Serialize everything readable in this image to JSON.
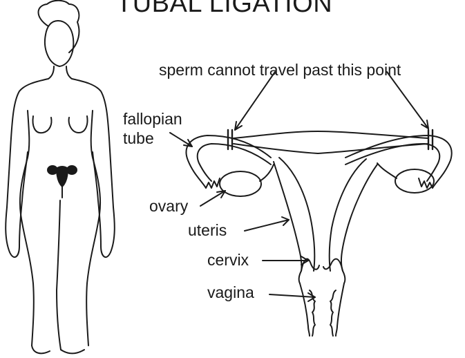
{
  "title": "TUBAL LIGATION",
  "labels": {
    "sperm_note": "sperm cannot travel past this point",
    "fallopian_tube": "fallopian\ntube",
    "ovary": "ovary",
    "uterus": "uteris",
    "cervix": "cervix",
    "vagina": "vagina"
  },
  "colors": {
    "line": "#1a1a1a",
    "background": "#ffffff"
  }
}
